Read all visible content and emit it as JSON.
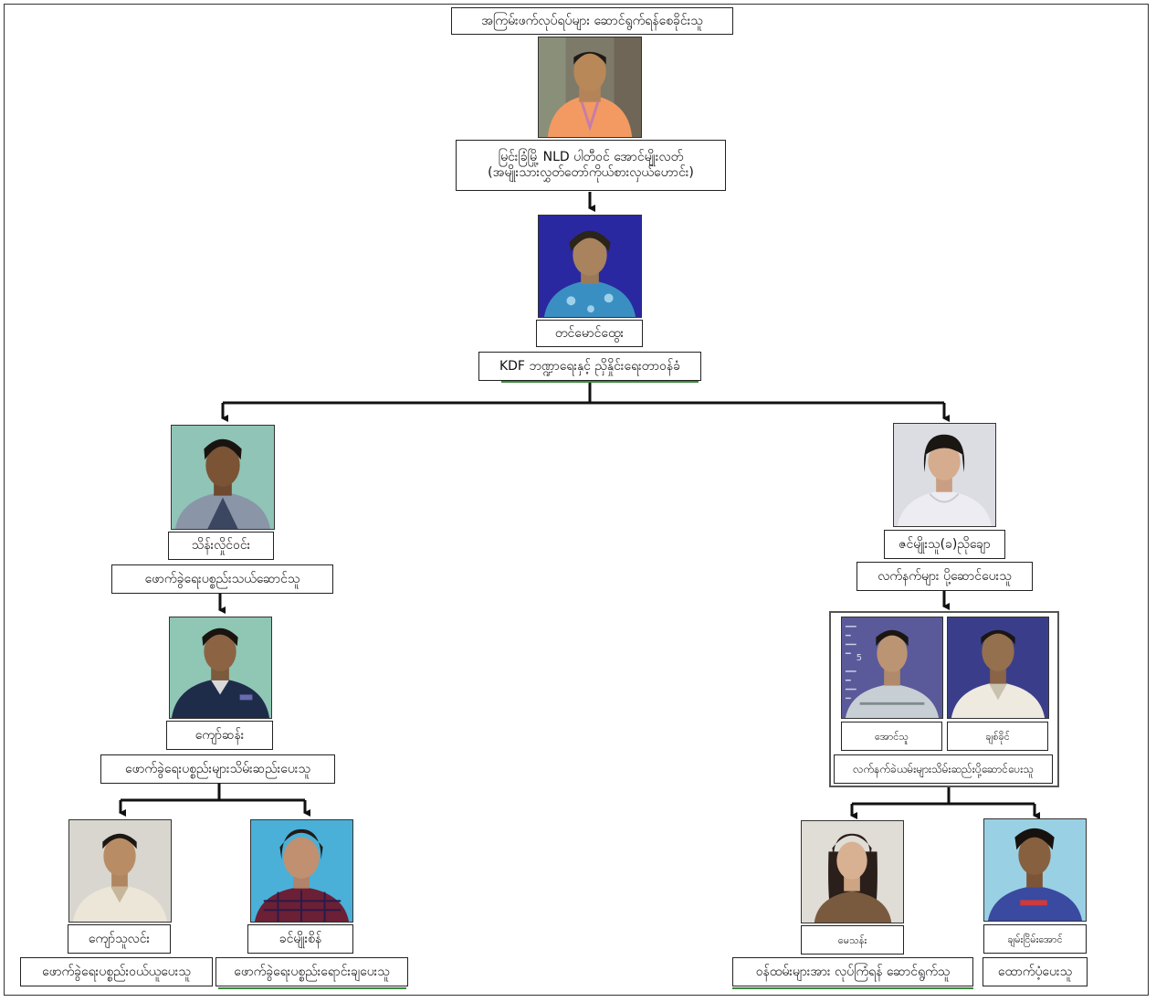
{
  "nodes": {
    "top_title": "အကြမ်းဖက်လုပ်ရပ်များ ဆောင်ရွက်ရန်စေခိုင်းသူ",
    "leader_line1": "မြင်းခြံမြို့ NLD ပါတီဝင် အောင်မျိုးလတ်",
    "leader_line2": "(အမျိုးသားလွှတ်တော်ကိုယ်စားလှယ်ဟောင်း)",
    "tin_maung_htwe_name": "တင်မောင်ထွေး",
    "tin_maung_htwe_role": "KDF ဘဏ္ဍာရေးနှင့် ညှိနှိုင်းရေးတာဝန်ခံ",
    "left_name": "သိန်းလှိုင်ဝင်း",
    "left_role": "ဖောက်ခွဲရေးပစ္စည်းသယ်ဆောင်သူ",
    "left2_name": "ကျော်ဆန်း",
    "left2_role": "ဖောက်ခွဲရေးပစ္စည်းများသိမ်းဆည်းပေးသူ",
    "ll_name": "ကျော်သူလင်း",
    "ll_role": "ဖောက်ခွဲရေးပစ္စည်းဝယ်ယူပေးသူ",
    "lr_name": "ခင်မျိုးစိန်",
    "lr_role": "ဖောက်ခွဲရေးပစ္စည်းရောင်းချပေးသူ",
    "right_name": "ဇင်မျိုးသူ(ခ)ညိုချော",
    "right_role": "လက်နက်များ ပို့ဆောင်ပေးသူ",
    "pair_name_a": "အောင်သူ",
    "pair_name_b": "ချစ်ခိုင်",
    "pair_role": "လက်နက်ခဲယမ်းများသိမ်းဆည်းပို့ဆောင်ပေးသူ",
    "rl_name": "မေသန်း",
    "rl_role": "ဝန်ထမ်းများအား လုပ်ကြံရန် ဆောင်ရွက်သူ",
    "rr_name": "ချမ်းငြိမ်းအောင်",
    "rr_role": "ထောက်ပံ့ပေးသူ"
  },
  "ruler_mark": "5",
  "colors": {
    "line": "#111111",
    "accent_underline": "#3a8a3a"
  }
}
